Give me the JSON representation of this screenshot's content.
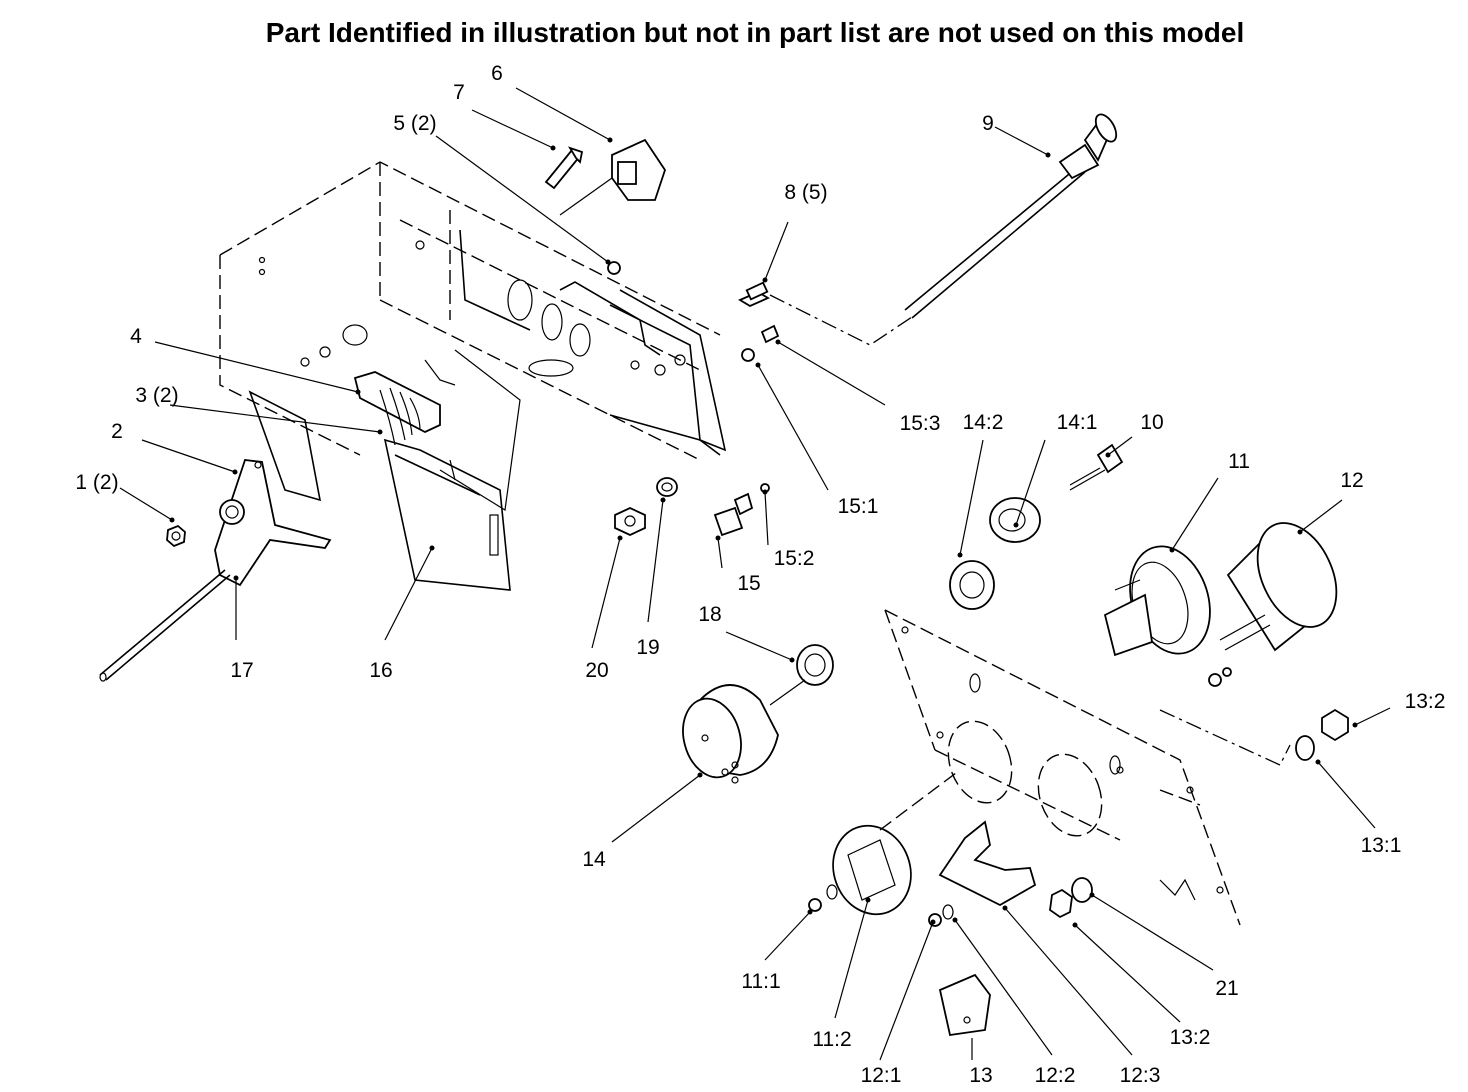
{
  "title": "Part Identified in illustration but not in part list are not used on this model",
  "callouts": {
    "c1": "1 (2)",
    "c2": "2",
    "c3": "3 (2)",
    "c4": "4",
    "c5": "5 (2)",
    "c6": "6",
    "c7": "7",
    "c8": "8 (5)",
    "c9": "9",
    "c10": "10",
    "c11": "11",
    "c11_1": "11:1",
    "c11_2": "11:2",
    "c12": "12",
    "c12_1": "12:1",
    "c12_2": "12:2",
    "c12_3": "12:3",
    "c13": "13",
    "c13_1": "13:1",
    "c13_2a": "13:2",
    "c13_2b": "13:2",
    "c14": "14",
    "c14_1": "14:1",
    "c14_2": "14:2",
    "c15": "15",
    "c15_1": "15:1",
    "c15_2": "15:2",
    "c15_3": "15:3",
    "c16": "16",
    "c17": "17",
    "c18": "18",
    "c19": "19",
    "c20": "20",
    "c21": "21"
  }
}
